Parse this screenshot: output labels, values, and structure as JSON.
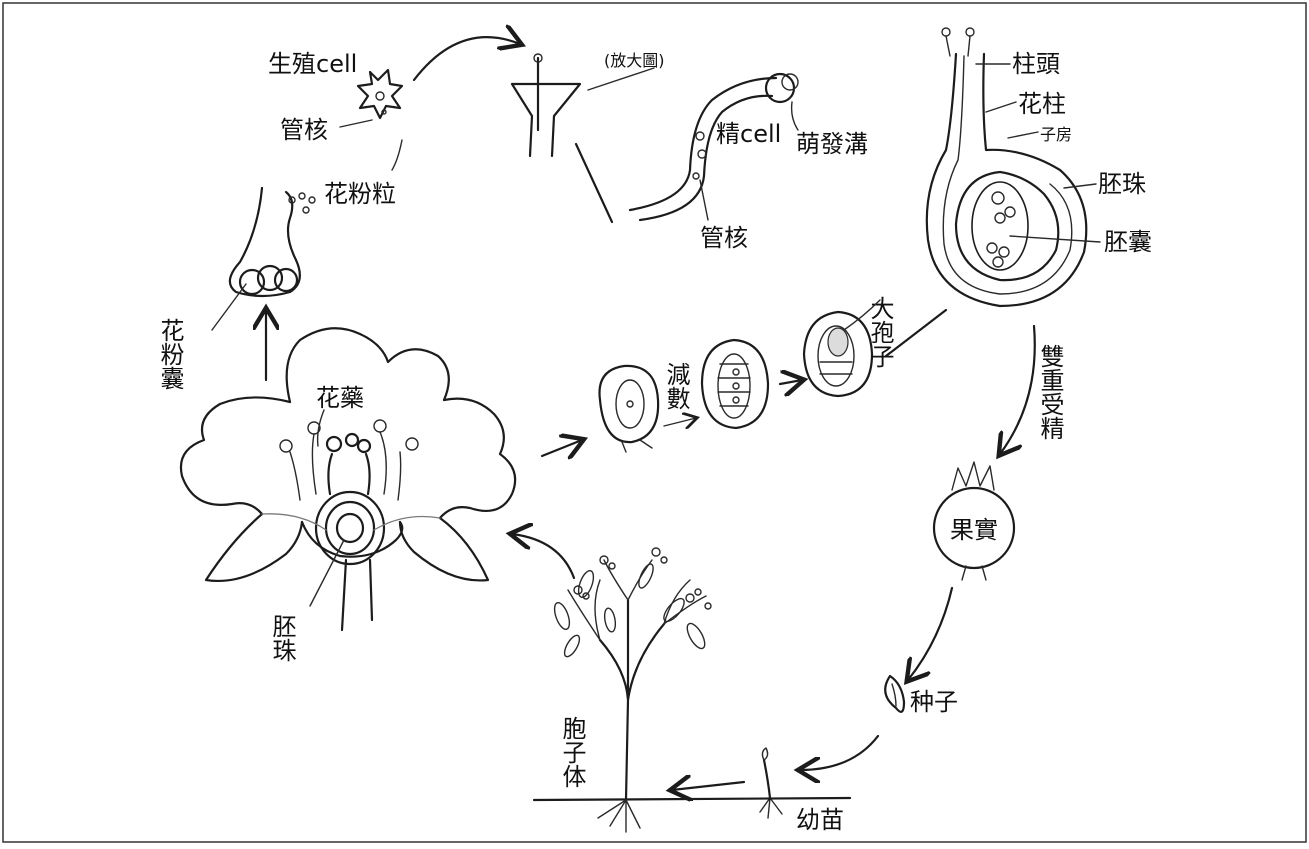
{
  "labels": {
    "reproductive_cell": "生殖cell",
    "tube_nucleus": "管核",
    "pollen_grain": "花粉粒",
    "magnified": "(放大圖)",
    "sperm_cell": "精cell",
    "germ_pore": "萌發溝",
    "tube_nucleus_2": "管核",
    "stigma": "柱頭",
    "style": "花柱",
    "ovary": "子房",
    "ovule_right": "胚珠",
    "embryo_sac": "胚囊",
    "pollen_sac": "花粉囊",
    "anther": "花藥",
    "ovule_flower": "胚珠",
    "meiosis": "減數",
    "megaspore": "大孢子",
    "double_fertilization": "雙重受精",
    "fruit": "果實",
    "seed": "种子",
    "seedling": "幼苗",
    "sporophyte": "胞子体"
  },
  "colors": {
    "ink": "#1c1c1c",
    "embryo_sac_shade": "#bdbdbd",
    "paper": "#ffffff"
  }
}
